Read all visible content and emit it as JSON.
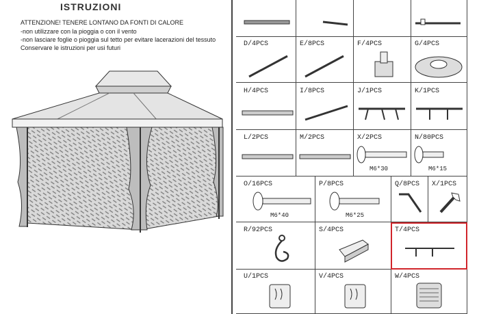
{
  "instructions": {
    "title": "ISTRUZIONI",
    "lines": [
      "ATTENZIONE!  TENERE LONTANO DA FONTI DI CALORE",
      "-non utilizzare con la pioggia o con il vento",
      "-non lasciare foglie o pioggia sul tetto per evitare lacerazioni del tessuto",
      "Conservare le istruzioni per usi futuri"
    ]
  },
  "parts": {
    "D": {
      "label": "D/4PCS"
    },
    "E": {
      "label": "E/8PCS"
    },
    "F": {
      "label": "F/4PCS"
    },
    "G": {
      "label": "G/4PCS"
    },
    "H": {
      "label": "H/4PCS"
    },
    "I": {
      "label": "I/8PCS"
    },
    "J": {
      "label": "J/1PCS"
    },
    "K": {
      "label": "K/1PCS"
    },
    "L": {
      "label": "L/2PCS"
    },
    "M": {
      "label": "M/2PCS"
    },
    "X2": {
      "label": "X/2PCS",
      "size": "M6*30"
    },
    "N": {
      "label": "N/80PCS",
      "size": "M6*15"
    },
    "O": {
      "label": "O/16PCS",
      "size": "M6*40"
    },
    "P": {
      "label": "P/8PCS",
      "size": "M6*25"
    },
    "Q": {
      "label": "Q/8PCS"
    },
    "X1": {
      "label": "X/1PCS"
    },
    "R": {
      "label": "R/92PCS"
    },
    "S": {
      "label": "S/4PCS"
    },
    "T": {
      "label": "T/4PCS"
    },
    "U": {
      "label": "U/1PCS"
    },
    "V": {
      "label": "V/4PCS"
    },
    "W": {
      "label": "W/4PCS"
    }
  },
  "highlight_color": "#d0242a"
}
